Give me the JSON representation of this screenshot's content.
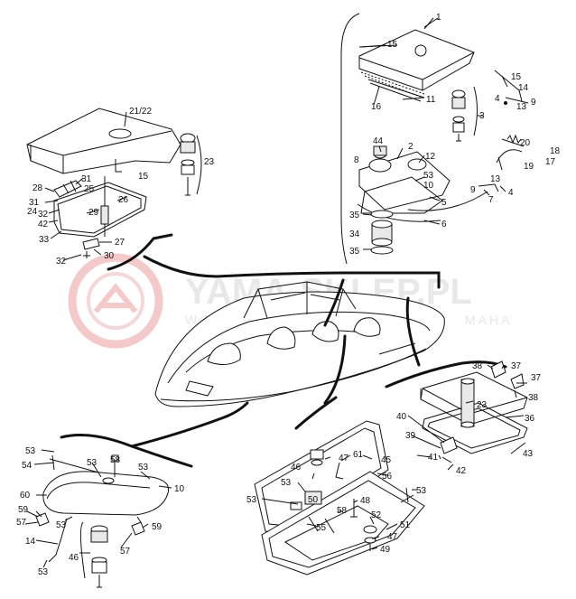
{
  "watermark": {
    "brand": "YAMA-SKLEP.PL",
    "line_a": "WOJ",
    "line_b": "MAHA",
    "logo_color": "#e53935"
  },
  "labels": {
    "p1": "1",
    "p15a": "15",
    "p15b": "15",
    "p14": "14",
    "p4a": "4",
    "p9a": "9",
    "p13a": "13",
    "p3": "3",
    "p16": "16",
    "p11": "11",
    "p2": "2",
    "p44": "44",
    "p12": "12",
    "p8": "8",
    "p53a": "53",
    "p10a": "10",
    "p5": "5",
    "p20": "20",
    "p18": "18",
    "p17": "17",
    "p19": "19",
    "p13b": "13",
    "p9b": "9",
    "p7": "7",
    "p4b": "4",
    "p35a": "35",
    "p6": "6",
    "p34": "34",
    "p35b": "35",
    "p2122": "21/22",
    "p23a": "23",
    "p15c": "15",
    "p28": "28",
    "p31a": "31",
    "p25": "25",
    "p26": "26",
    "p31b": "31",
    "p24": "24",
    "p32a": "32",
    "p29": "29",
    "p42a": "42",
    "p33": "33",
    "p27": "27",
    "p32b": "32",
    "p30": "30",
    "p38a": "38",
    "p37a": "37",
    "p37b": "37",
    "p38b": "38",
    "p23b": "23",
    "p36": "36",
    "p40": "40",
    "p39": "39",
    "p43": "43",
    "p41": "41",
    "p42b": "42",
    "p53b": "53",
    "p54": "54",
    "p53c": "53",
    "p58a": "58",
    "p53d": "53",
    "p10b": "10",
    "p60": "60",
    "p59a": "59",
    "p57a": "57",
    "p53e": "53",
    "p59b": "59",
    "p57b": "57",
    "p14b": "14",
    "p46a": "46",
    "p53f": "53",
    "p45": "45",
    "p46b": "46",
    "p47a": "47",
    "p61": "61",
    "p53g": "53",
    "p50": "50",
    "p53h": "53",
    "p56": "56",
    "p53i": "53",
    "p48": "48",
    "p58b": "58",
    "p52": "52",
    "p55": "55",
    "p51": "51",
    "p47b": "47",
    "p49": "49"
  }
}
